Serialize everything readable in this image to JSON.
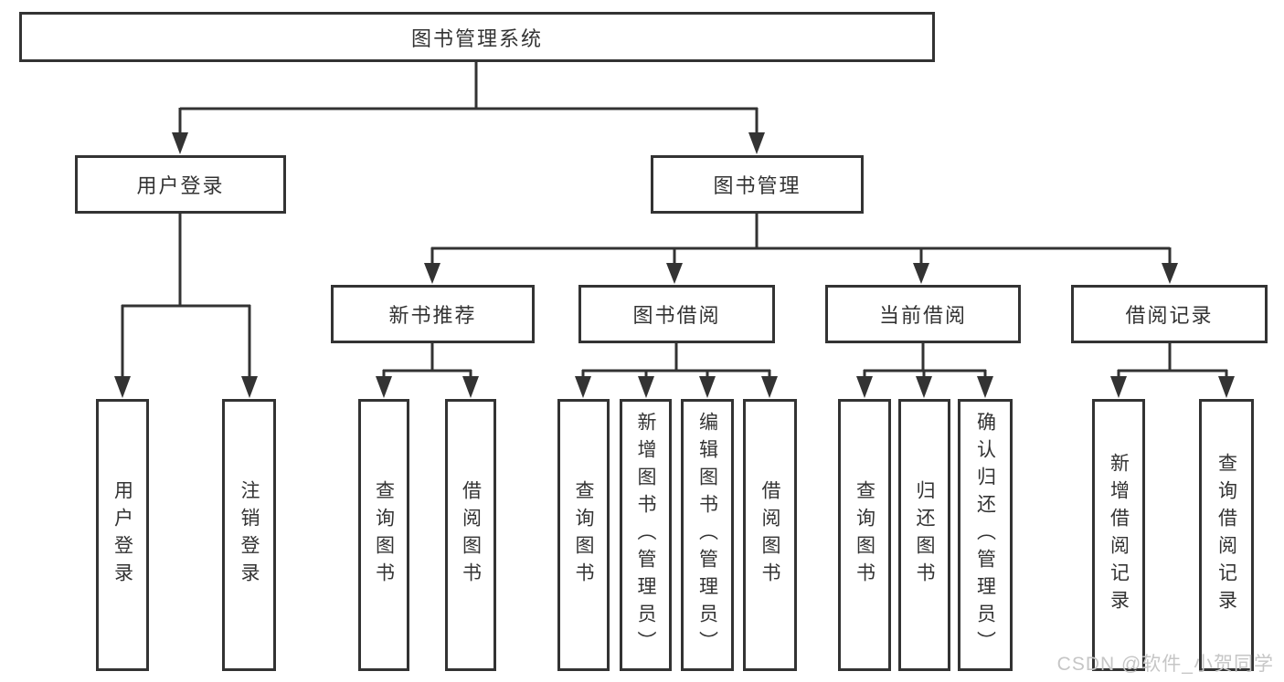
{
  "diagram": {
    "tree": {
      "label": "图书管理系统",
      "children": [
        {
          "label": "用户登录",
          "children": [
            {
              "label": "用户登录"
            },
            {
              "label": "注销登录"
            }
          ]
        },
        {
          "label": "图书管理",
          "children": [
            {
              "label": "新书推荐",
              "children": [
                {
                  "label": "查询图书"
                },
                {
                  "label": "借阅图书"
                }
              ]
            },
            {
              "label": "图书借阅",
              "children": [
                {
                  "label": "查询图书"
                },
                {
                  "label": "新增图书（管理员）"
                },
                {
                  "label": "编辑图书（管理员）"
                },
                {
                  "label": "借阅图书"
                }
              ]
            },
            {
              "label": "当前借阅",
              "children": [
                {
                  "label": "查询图书"
                },
                {
                  "label": "归还图书"
                },
                {
                  "label": "确认归还（管理员）"
                }
              ]
            },
            {
              "label": "借阅记录",
              "children": [
                {
                  "label": "新增借阅记录"
                },
                {
                  "label": "查询借阅记录"
                }
              ]
            }
          ]
        }
      ]
    },
    "line_color": "#333333",
    "background_color": "#ffffff"
  },
  "watermark": {
    "text": "CSDN @软件_小贺同学",
    "color": "#c6c6c6"
  }
}
